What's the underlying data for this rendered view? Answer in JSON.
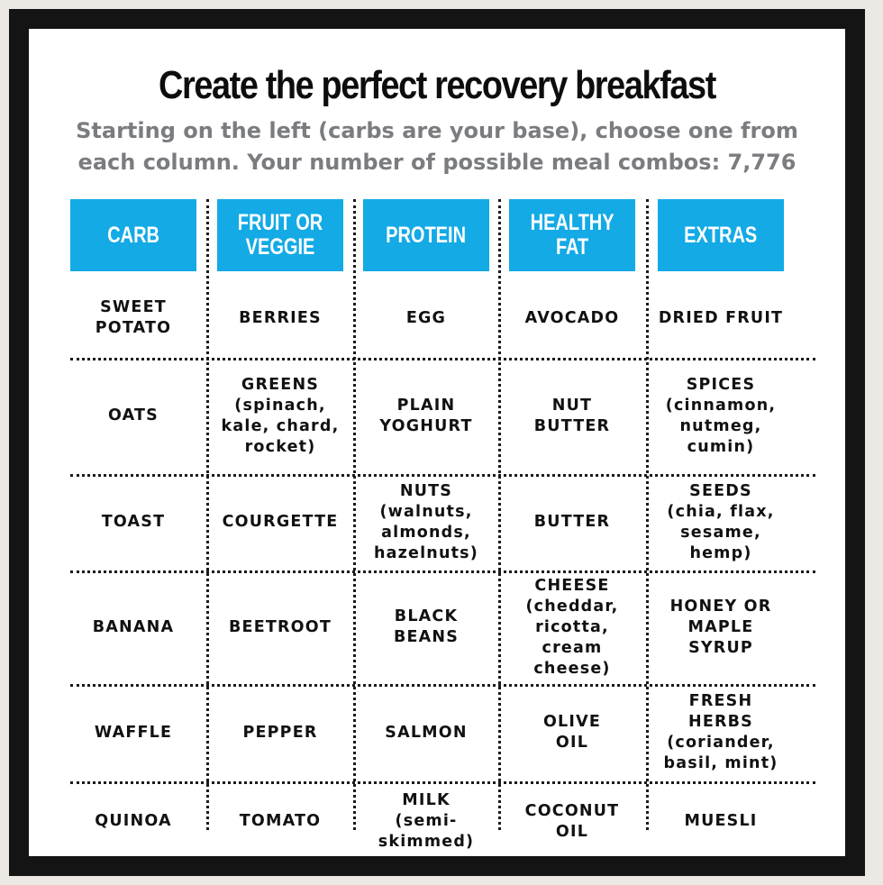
{
  "title": "Create the perfect recovery breakfast",
  "subtitle": "Starting on the left (carbs are your base), choose one from each column. Your number of possible meal combos: 7,776",
  "columns": [
    "CARB",
    "FRUIT OR\nVEGGIE",
    "PROTEIN",
    "HEALTHY\nFAT",
    "EXTRAS"
  ],
  "rows": [
    [
      "SWEET\nPOTATO",
      "BERRIES",
      "EGG",
      "AVOCADO",
      "DRIED FRUIT"
    ],
    [
      "OATS",
      "GREENS\n(spinach,\nkale, chard,\nrocket)",
      "PLAIN\nYOGHURT",
      "NUT\nBUTTER",
      "SPICES\n(cinnamon,\nnutmeg,\ncumin)"
    ],
    [
      "TOAST",
      "COURGETTE",
      "NUTS\n(walnuts,\nalmonds,\nhazelnuts)",
      "BUTTER",
      "SEEDS\n(chia, flax,\nsesame,\nhemp)"
    ],
    [
      "BANANA",
      "BEETROOT",
      "BLACK\nBEANS",
      "CHEESE\n(cheddar,\nricotta,\ncream\ncheese)",
      "HONEY OR\nMAPLE\nSYRUP"
    ],
    [
      "WAFFLE",
      "PEPPER",
      "SALMON",
      "OLIVE\nOIL",
      "FRESH\nHERBS\n(coriander,\nbasil, mint)"
    ],
    [
      "QUINOA",
      "TOMATO",
      "MILK\n(semi-\nskimmed)",
      "COCONUT\nOIL",
      "MUESLI"
    ]
  ],
  "colors": {
    "header_bg": "#13aae6",
    "header_text": "#ffffff",
    "frame": "#141414",
    "subtitle": "#7a7c80"
  }
}
